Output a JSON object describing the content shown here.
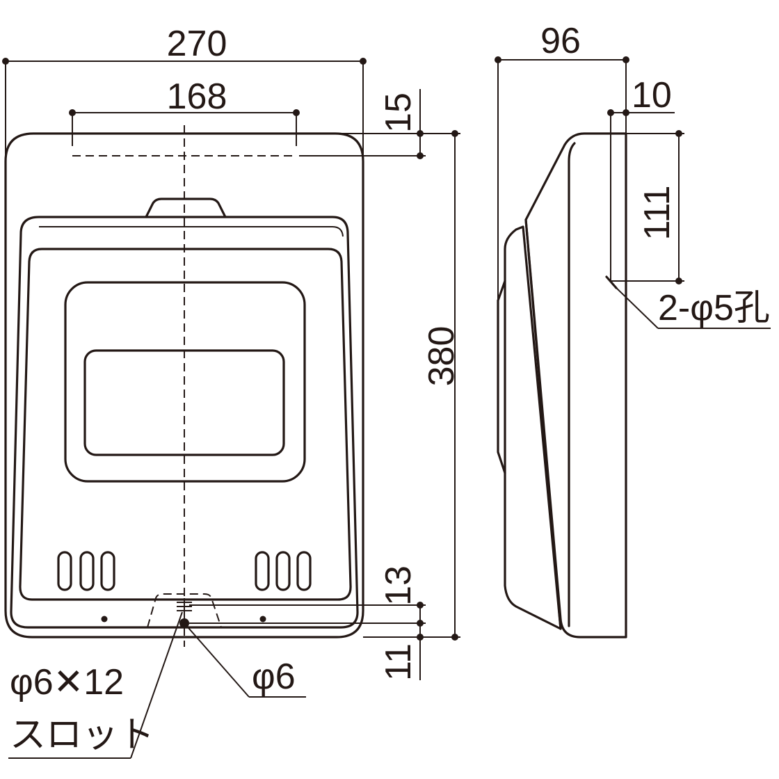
{
  "dimensions": {
    "width_total": "270",
    "hole_spacing": "168",
    "top_offset": "15",
    "height_total": "380",
    "depth_total": "96",
    "depth_hole": "10",
    "hole_vertical": "111",
    "bottom_slot_offset": "13",
    "bottom_hole_offset": "11"
  },
  "callouts": {
    "side_holes": "2-φ5孔",
    "bottom_hole": "φ6",
    "slot_size": "φ6✕12",
    "slot_word": "スロット"
  }
}
